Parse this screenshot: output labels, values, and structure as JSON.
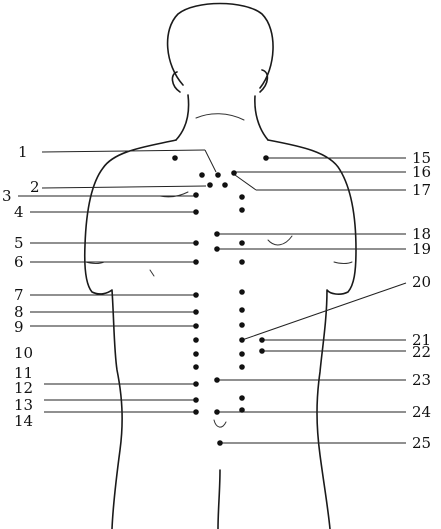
{
  "figure": {
    "labels": {
      "1": "1",
      "2": "2",
      "3": "3",
      "4": "4",
      "5": "5",
      "6": "6",
      "7": "7",
      "8": "8",
      "9": "9",
      "10": "10",
      "11": "11",
      "12": "12",
      "13": "13",
      "14": "14",
      "15": "15",
      "16": "16",
      "17": "17",
      "18": "18",
      "19": "19",
      "20": "20",
      "21": "21",
      "22": "22",
      "23": "23",
      "24": "24",
      "25": "25"
    }
  }
}
